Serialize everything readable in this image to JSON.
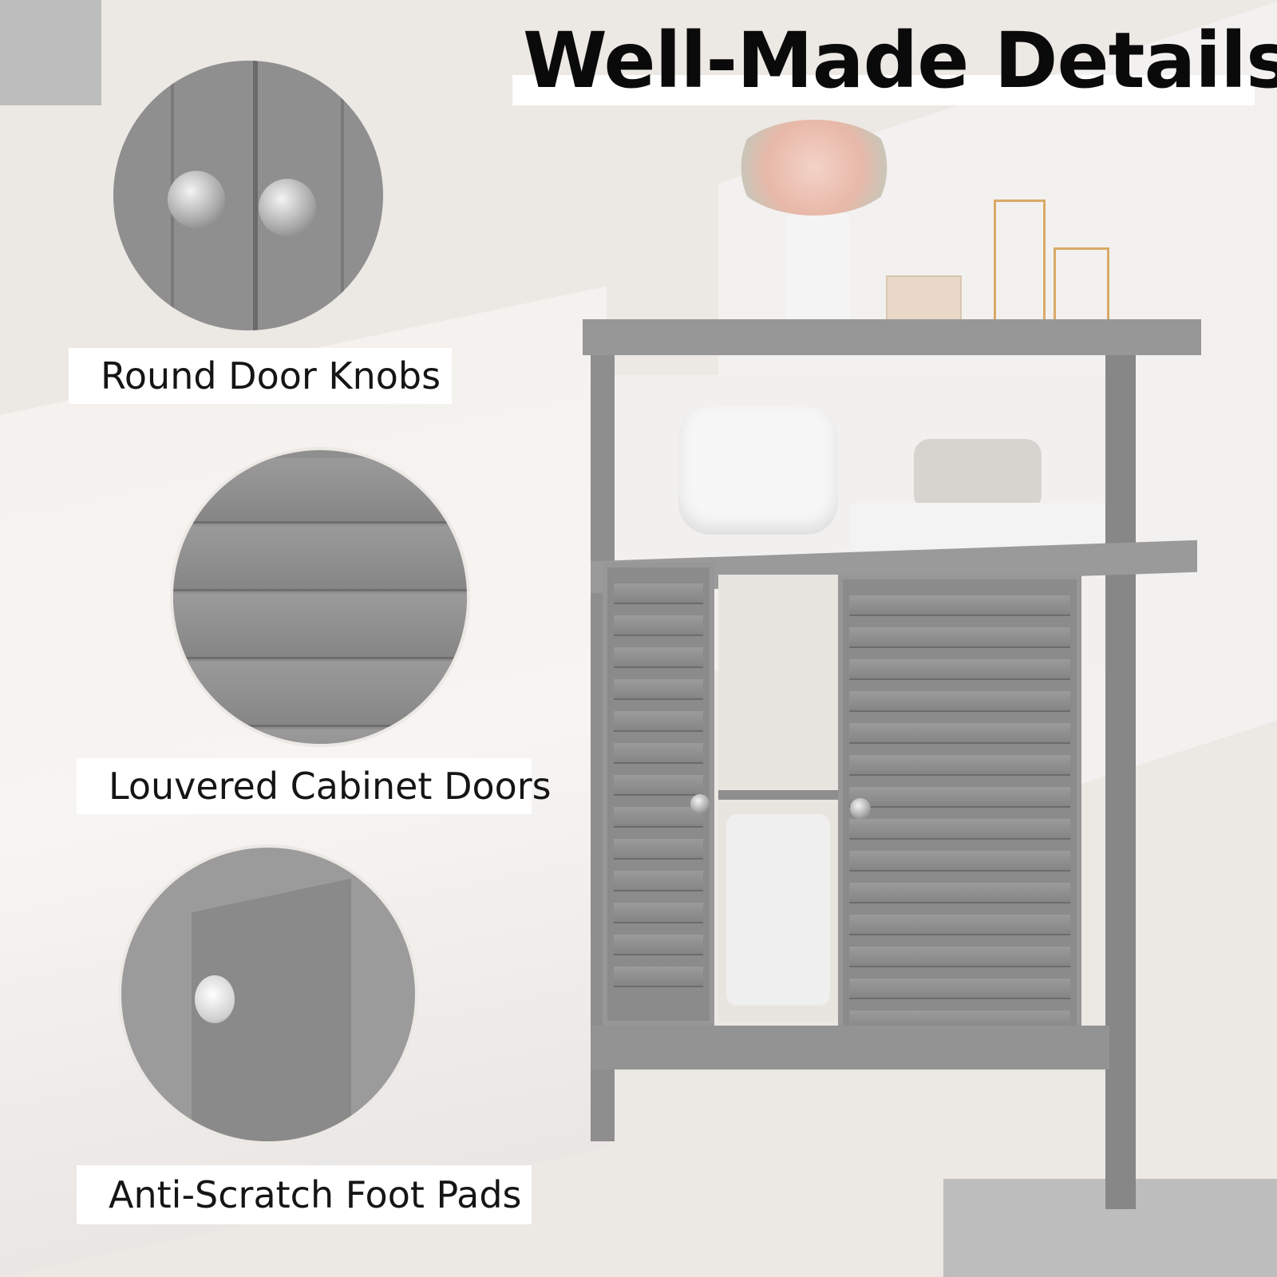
{
  "title": "Well-Made Details",
  "features": [
    {
      "label": "Round Door Knobs",
      "icon": "door-knob-closeup"
    },
    {
      "label": "Louvered Cabinet Doors",
      "icon": "louver-closeup"
    },
    {
      "label": "Anti-Scratch Foot Pads",
      "icon": "foot-pad-closeup"
    }
  ],
  "colors": {
    "cabinet": "#8e8e8e",
    "background": "#ece8e4",
    "accent_block": "#bdbdbd"
  }
}
